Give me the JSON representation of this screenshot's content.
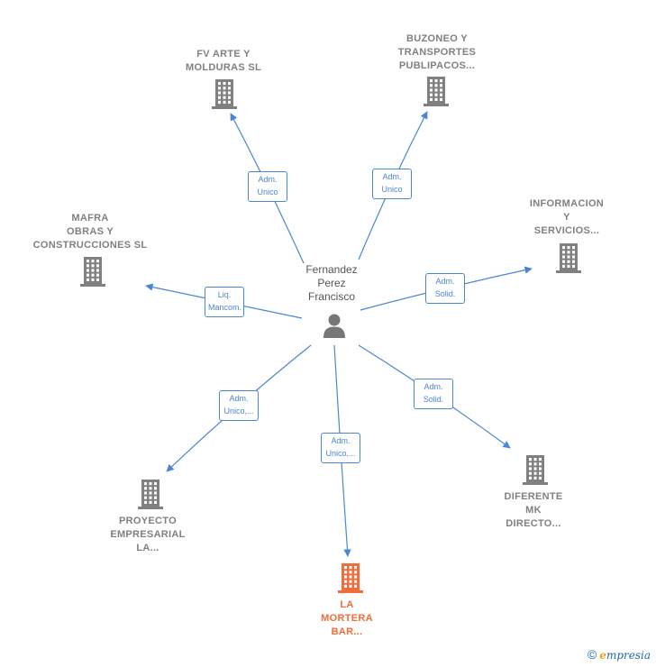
{
  "center": {
    "lines": [
      "Fernandez",
      "Perez",
      "Francisco"
    ]
  },
  "nodes": [
    {
      "id": "fv-arte",
      "lines": [
        "FV ARTE Y",
        "MOLDURAS SL"
      ],
      "highlight": false
    },
    {
      "id": "buzoneo",
      "lines": [
        "BUZONEO Y",
        "TRANSPORTES",
        "PUBLIPACOS..."
      ],
      "highlight": false
    },
    {
      "id": "informacion",
      "lines": [
        "INFORMACION",
        "Y",
        "SERVICIOS..."
      ],
      "highlight": false
    },
    {
      "id": "mafra",
      "lines": [
        "MAFRA",
        "OBRAS Y",
        "CONSTRUCCIONES SL"
      ],
      "highlight": false
    },
    {
      "id": "proyecto",
      "lines": [
        "PROYECTO",
        "EMPRESARIAL",
        "LA..."
      ],
      "highlight": false
    },
    {
      "id": "mortera",
      "lines": [
        "LA",
        "MORTERA",
        "BAR..."
      ],
      "highlight": true
    },
    {
      "id": "diferente",
      "lines": [
        "DIFERENTE",
        "MK",
        "DIRECTO..."
      ],
      "highlight": false
    }
  ],
  "edges": [
    {
      "to": "fv-arte",
      "label": [
        "Adm.",
        "Unico"
      ]
    },
    {
      "to": "buzoneo",
      "label": [
        "Adm.",
        "Unico"
      ]
    },
    {
      "to": "informacion",
      "label": [
        "Adm.",
        "Solid."
      ]
    },
    {
      "to": "mafra",
      "label": [
        "Liq.",
        "Mancom."
      ]
    },
    {
      "to": "proyecto",
      "label": [
        "Adm.",
        "Unico,..."
      ]
    },
    {
      "to": "mortera",
      "label": [
        "Adm.",
        "Unico,..."
      ]
    },
    {
      "to": "diferente",
      "label": [
        "Adm.",
        "Solid."
      ]
    }
  ],
  "colors": {
    "edge": "#4a86d4",
    "building": "#808080",
    "highlight": "#f26b3a",
    "person": "#777777"
  },
  "footer": {
    "copyright": "©",
    "brand_initial": "e",
    "brand_rest": "mpresia"
  }
}
